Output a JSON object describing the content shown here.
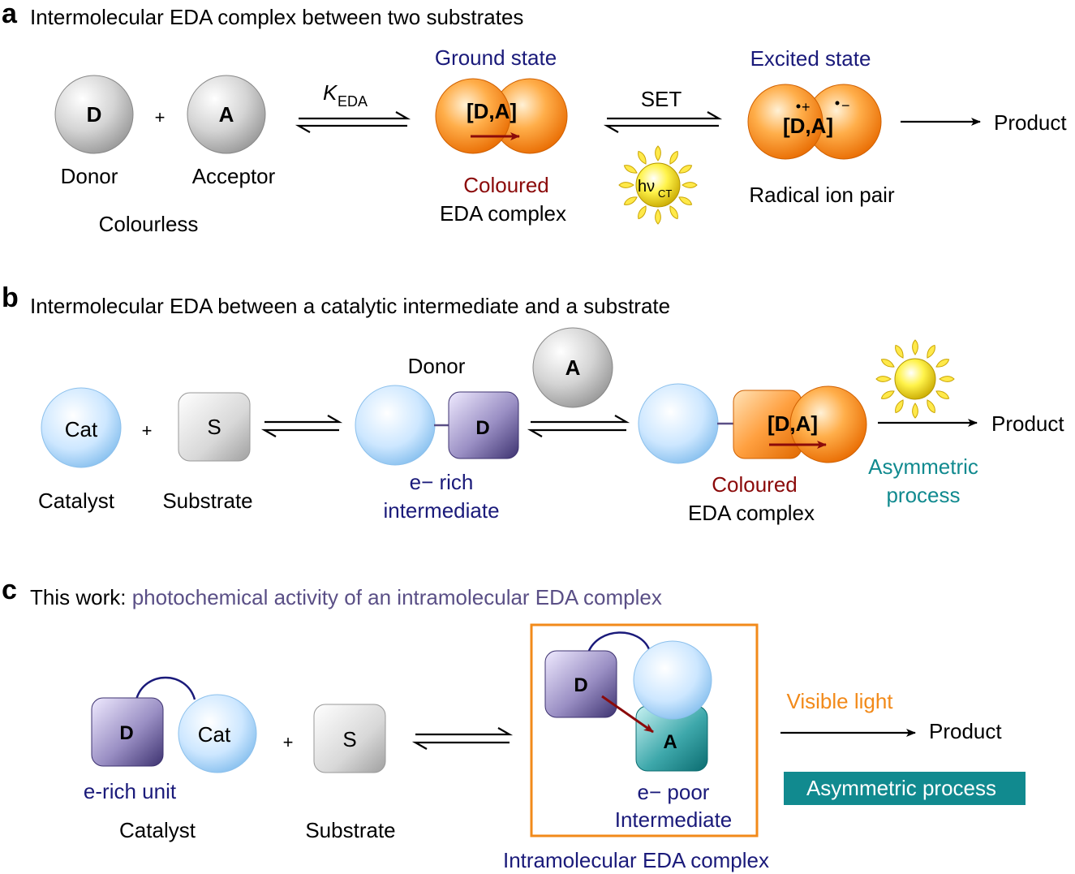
{
  "panel_a": {
    "letter": "a",
    "heading": "Intermolecular EDA complex between two substrates",
    "donor_symbol": "D",
    "plus": "+",
    "acceptor_symbol": "A",
    "donor_label": "Donor",
    "acceptor_label": "Acceptor",
    "colourless": "Colourless",
    "k_symbol": "K",
    "k_subscript": "EDA",
    "ground_state": "Ground state",
    "complex_symbol": "[D,A]",
    "coloured": "Coloured",
    "eda_complex": "EDA complex",
    "set_label": "SET",
    "hv_main": "hν",
    "hv_subscript": "CT",
    "excited_state": "Excited state",
    "radical_symbol": "[D,A]",
    "radical_plus": "+",
    "radical_minus": "−",
    "radical_ion_pair": "Radical ion pair",
    "product": "Product"
  },
  "panel_b": {
    "letter": "b",
    "heading": "Intermolecular EDA between a catalytic intermediate and a substrate",
    "cat_symbol": "Cat",
    "plus": "+",
    "substrate_symbol": "S",
    "catalyst_label": "Catalyst",
    "substrate_label": "Substrate",
    "donor_label": "Donor",
    "donor_symbol": "D",
    "e_rich_line1": "e− rich",
    "e_rich_line2": "intermediate",
    "acceptor_symbol": "A",
    "complex_symbol": "[D,A]",
    "coloured": "Coloured",
    "eda_complex": "EDA complex",
    "asymmetric_line1": "Asymmetric",
    "asymmetric_line2": "process",
    "product": "Product"
  },
  "panel_c": {
    "letter": "c",
    "heading_prefix": "This work: ",
    "heading_highlight": "photochemical activity of an intramolecular EDA complex",
    "donor_symbol": "D",
    "cat_symbol": "Cat",
    "e_rich_unit": "e-rich unit",
    "catalyst_label": "Catalyst",
    "plus": "+",
    "substrate_symbol": "S",
    "substrate_label": "Substrate",
    "box_donor": "D",
    "box_acceptor": "A",
    "e_poor_line1": "e− poor",
    "e_poor_line2": "Intermediate",
    "intramolecular": "Intramolecular EDA complex",
    "visible_light": "Visible light",
    "product": "Product",
    "asymmetric_process": "Asymmetric process"
  },
  "colors": {
    "navy": "#1a1a7a",
    "dark_red": "#8b0a0a",
    "teal": "#118a8f",
    "orange": "#f28a1a",
    "purple_text": "#5a4f86"
  }
}
